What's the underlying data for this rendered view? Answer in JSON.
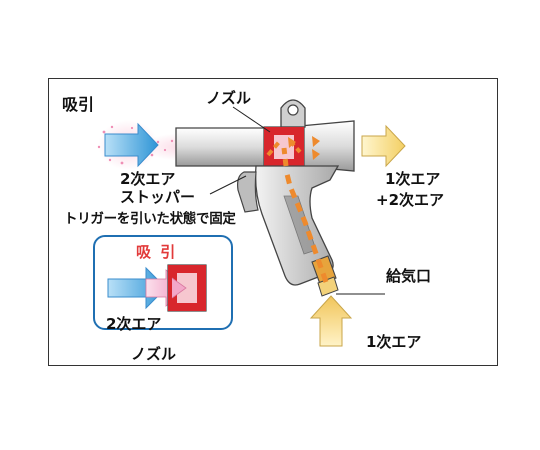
{
  "diagram": {
    "title": "吸引",
    "labels": {
      "nozzle": "ノズル",
      "secondary_air_top": "2次エア",
      "stopper": "ストッパー",
      "trigger_note": "トリガーを引いた状態で固定",
      "primary_air_out": "1次エア",
      "combined_air_out": "+2次エア",
      "air_inlet": "給気口",
      "primary_air_in": "1次エア"
    },
    "inset": {
      "title": "吸 引",
      "secondary_air": "2次エア",
      "caption": "ノズル"
    },
    "colors": {
      "frame": "#333333",
      "inset_border": "#1f6fb2",
      "blue_arrow": "#4ea8e0",
      "yellow_arrow": "#f6e08a",
      "nozzle_red": "#d8262c",
      "flow_orange": "#ee8a2d",
      "pink_arrow": "#f3a7c8"
    }
  }
}
